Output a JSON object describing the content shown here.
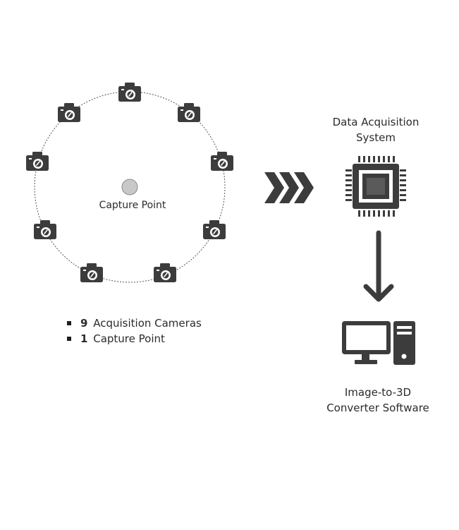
{
  "capture_point": {
    "label": "Capture Point"
  },
  "acquisition_system": {
    "title_line1": "Data Acquisition",
    "title_line2": "System"
  },
  "converter": {
    "title_line1": "Image-to-3D",
    "title_line2": "Converter Software"
  },
  "summary": {
    "items": [
      {
        "count": "9",
        "text": "Acquisition Cameras"
      },
      {
        "count": "1",
        "text": "Capture Point"
      }
    ]
  },
  "icons": {
    "camera": "camera-icon",
    "capture_point": "capture-point-circle",
    "arrows": "triple-chevron-right-icon",
    "processor": "cpu-chip-icon",
    "down_arrow": "arrow-down-icon",
    "computer": "desktop-computer-icon"
  },
  "colors": {
    "icon_fill": "#3c3c3c",
    "capture_point_fill": "#c8c8c8",
    "ring_stroke": "#555555"
  }
}
